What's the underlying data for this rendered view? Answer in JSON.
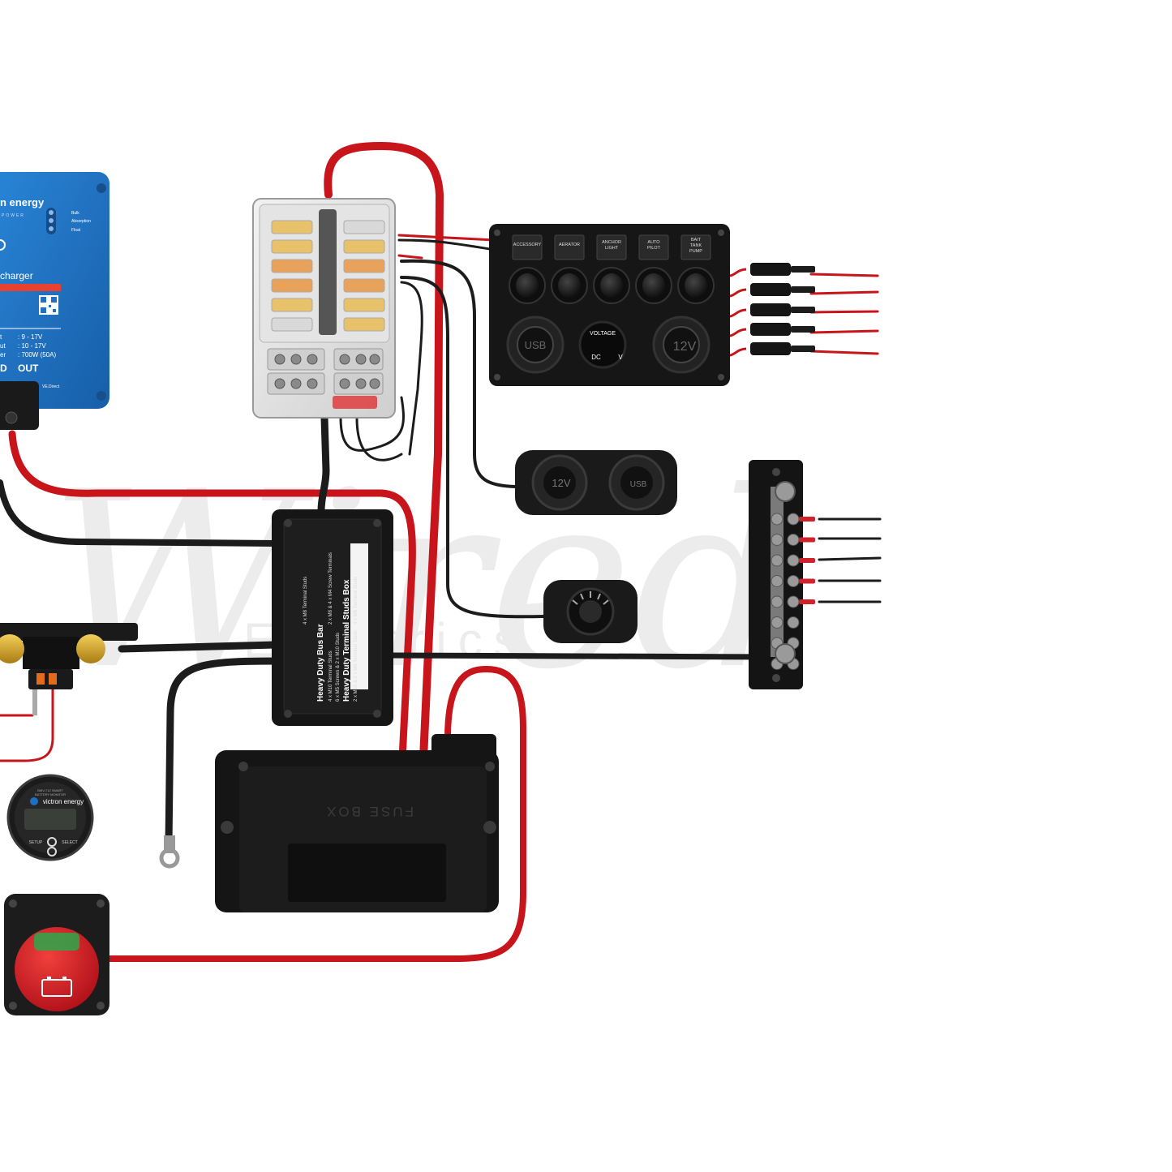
{
  "charger": {
    "brand": "n energy",
    "model": "charger",
    "leds": [
      "Bulk",
      "Absorption",
      "Float"
    ],
    "specs": [
      {
        "label": "t",
        "value": ": 9 - 17V"
      },
      {
        "label": "ut",
        "value": ": 10 - 17V"
      },
      {
        "label": "er",
        "value": ": 700W (50A)"
      }
    ],
    "port_in": "D",
    "port_out": "OUT",
    "port_direct": "VE.Direct"
  },
  "switch_panel": {
    "labels": [
      "ACCESSORY",
      "AERATOR",
      "ANCHOR LIGHT",
      "AUTO PILOT",
      "BAIT TANK PUMP"
    ],
    "usb_label": "USB",
    "volt_label": "VOLTAGE",
    "volt_dc": "DC",
    "volt_v": "V",
    "socket_label": "12V"
  },
  "dual_socket": {
    "left": "12V",
    "right": "USB"
  },
  "bus_bar_box": {
    "title_1": "Heavy Duty Bus Bar",
    "title_2": "Heavy Duty Terminal Studs Box",
    "lines": [
      "4 x M8 Terminal Studs",
      "4 x M10 Terminal Studs",
      "6 x M5 Screws & 2 x M10 Studs",
      "2 x M8 & 4 x M4 Screw Terminals",
      "2 x M10 & 2 x M8 Terminal Studs",
      "4 x M8 Terminal Studs"
    ]
  },
  "fuse_box": {
    "label": "FUSE  BOX"
  },
  "battery_monitor": {
    "model": "BMV-712 SMART",
    "subtitle": "BATTERY MONITOR",
    "brand": "victron energy",
    "btn_setup": "SETUP",
    "btn_select": "SELECT"
  },
  "watermark": {
    "word": "Wired",
    "sub": "Electrics"
  },
  "colors": {
    "red_wire": "#c8141b",
    "black_wire": "#1c1c1c",
    "victron_blue": "#1f6fc2",
    "panel_black": "#1a1a1a",
    "switch_red": "#d61c20"
  }
}
